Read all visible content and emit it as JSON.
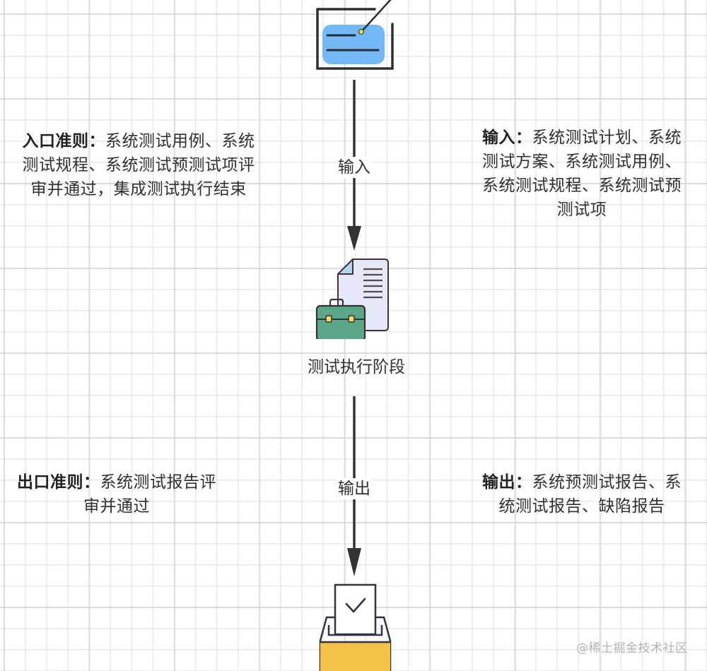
{
  "diagram": {
    "nodes": [
      {
        "id": "plan",
        "icon": "form-edit-icon",
        "label": ""
      },
      {
        "id": "execute",
        "icon": "briefcase-document-icon",
        "label": "测试执行阶段"
      },
      {
        "id": "result",
        "icon": "ballot-box-check-icon",
        "label": ""
      }
    ],
    "edges": [
      {
        "from": "plan",
        "to": "execute",
        "label": "输入"
      },
      {
        "from": "execute",
        "to": "result",
        "label": "输出"
      }
    ],
    "notes": {
      "entry": {
        "title": "入口准则：",
        "lines": [
          "系统测试用例、系统",
          "测试规程、系统测试预测试项评",
          "审并通过，集成测试执行结束"
        ]
      },
      "input": {
        "title": "输入：",
        "lines": [
          "系统测试计划、系统",
          "测试方案、系统测试用例、",
          "系统测试规程、系统测试预",
          "测试项"
        ]
      },
      "exit": {
        "title": "出口准则：",
        "lines": [
          "系统测试报告评",
          "审并通过"
        ]
      },
      "output": {
        "title": "输出：",
        "lines": [
          "系统预测试报告、系",
          "统测试报告、缺陷报告"
        ]
      }
    },
    "colors": {
      "form_fill": "#74b9f5",
      "briefcase": "#5ba889",
      "document": "#e4e8f8",
      "doc_corner": "#a9d8f5",
      "box_fill": "#f3c144",
      "stroke": "#2f2f2f"
    }
  },
  "watermark": "@稀土掘金技术社区"
}
